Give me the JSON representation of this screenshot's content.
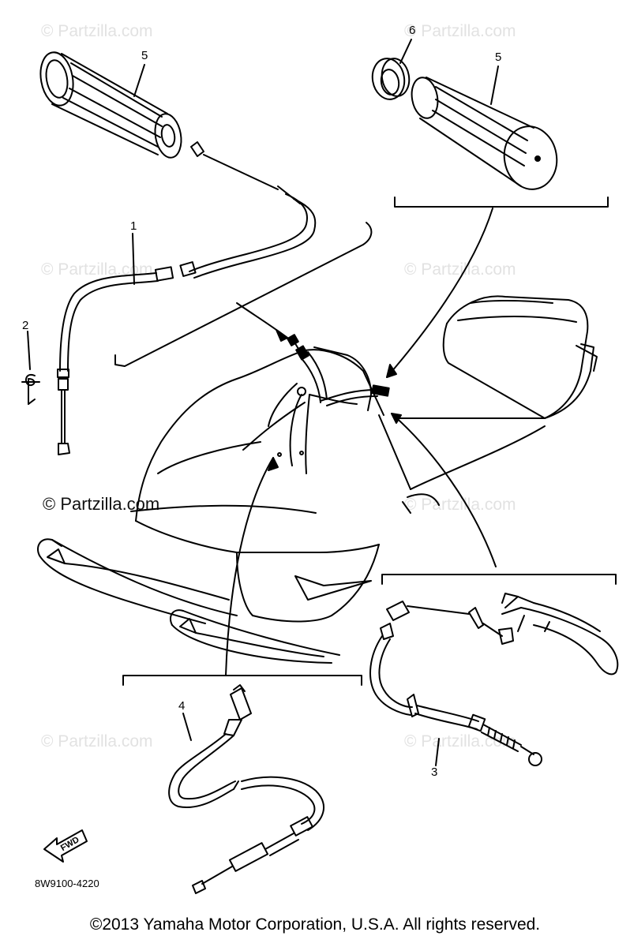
{
  "watermark": {
    "text": "© Partzilla.com",
    "primary_text": "© Partzilla.com"
  },
  "callouts": {
    "c1": "1",
    "c2": "2",
    "c3": "3",
    "c4": "4",
    "c5_left": "5",
    "c5_right": "5",
    "c6": "6"
  },
  "fwd_label": "FWD",
  "diagram_code": "8W9100-4220",
  "copyright": "©2013 Yamaha Motor Corporation, U.S.A. All rights reserved.",
  "colors": {
    "line": "#000000",
    "watermark": "#e2e2e2",
    "background": "#ffffff"
  }
}
